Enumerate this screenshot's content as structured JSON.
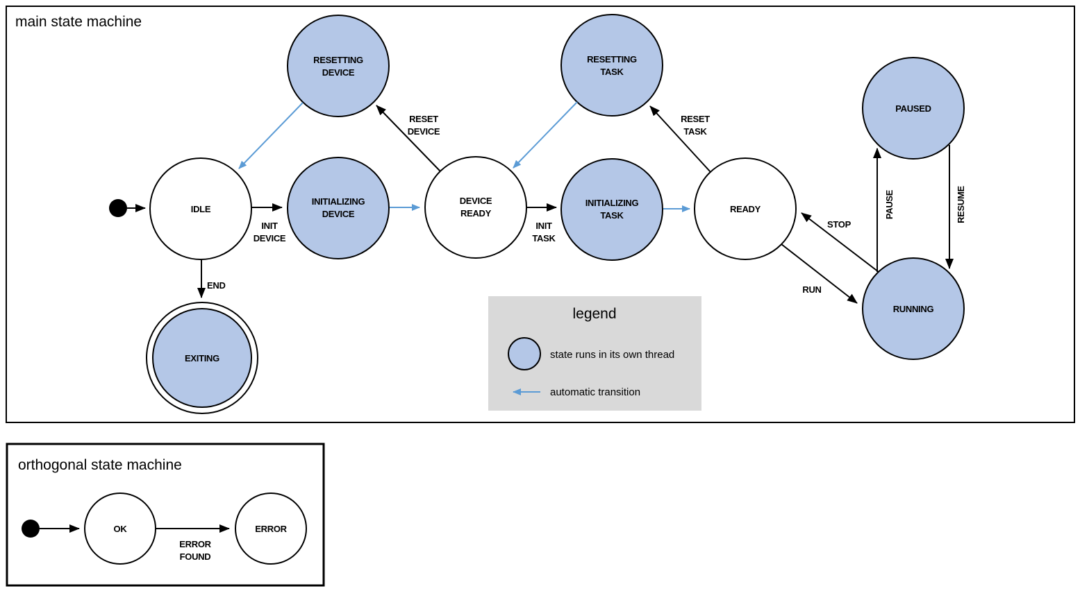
{
  "main": {
    "title": "main state machine",
    "states": {
      "idle": {
        "label": "IDLE"
      },
      "resetting_device": {
        "line1": "RESETTING",
        "line2": "DEVICE"
      },
      "initializing_device": {
        "line1": "INITIALIZING",
        "line2": "DEVICE"
      },
      "device_ready": {
        "line1": "DEVICE",
        "line2": "READY"
      },
      "resetting_task": {
        "line1": "RESETTING",
        "line2": "TASK"
      },
      "initializing_task": {
        "line1": "INITIALIZING",
        "line2": "TASK"
      },
      "ready": {
        "label": "READY"
      },
      "paused": {
        "label": "PAUSED"
      },
      "running": {
        "label": "RUNNING"
      },
      "exiting": {
        "label": "EXITING"
      }
    },
    "transitions": {
      "init_device": {
        "line1": "INIT",
        "line2": "DEVICE"
      },
      "init_task": {
        "line1": "INIT",
        "line2": "TASK"
      },
      "reset_device": {
        "line1": "RESET",
        "line2": "DEVICE"
      },
      "reset_task": {
        "line1": "RESET",
        "line2": "TASK"
      },
      "end": {
        "label": "END"
      },
      "run": {
        "label": "RUN"
      },
      "stop": {
        "label": "STOP"
      },
      "pause": {
        "label": "PAUSE"
      },
      "resume": {
        "label": "RESUME"
      }
    }
  },
  "legend": {
    "title": "legend",
    "items": [
      {
        "symbol": "threaded-state-circle",
        "label": "state runs in its own thread"
      },
      {
        "symbol": "automatic-transition-arrow",
        "label": "automatic transition"
      }
    ]
  },
  "orthogonal": {
    "title": "orthogonal state machine",
    "states": {
      "ok": {
        "label": "OK"
      },
      "error": {
        "label": "ERROR"
      }
    },
    "transitions": {
      "error_found": {
        "line1": "ERROR",
        "line2": "FOUND"
      }
    }
  },
  "colors": {
    "threaded_state_fill": "#b4c7e7",
    "automatic_transition": "#5b9bd5",
    "state_stroke": "#000000",
    "legend_background": "#d9d9d9"
  }
}
